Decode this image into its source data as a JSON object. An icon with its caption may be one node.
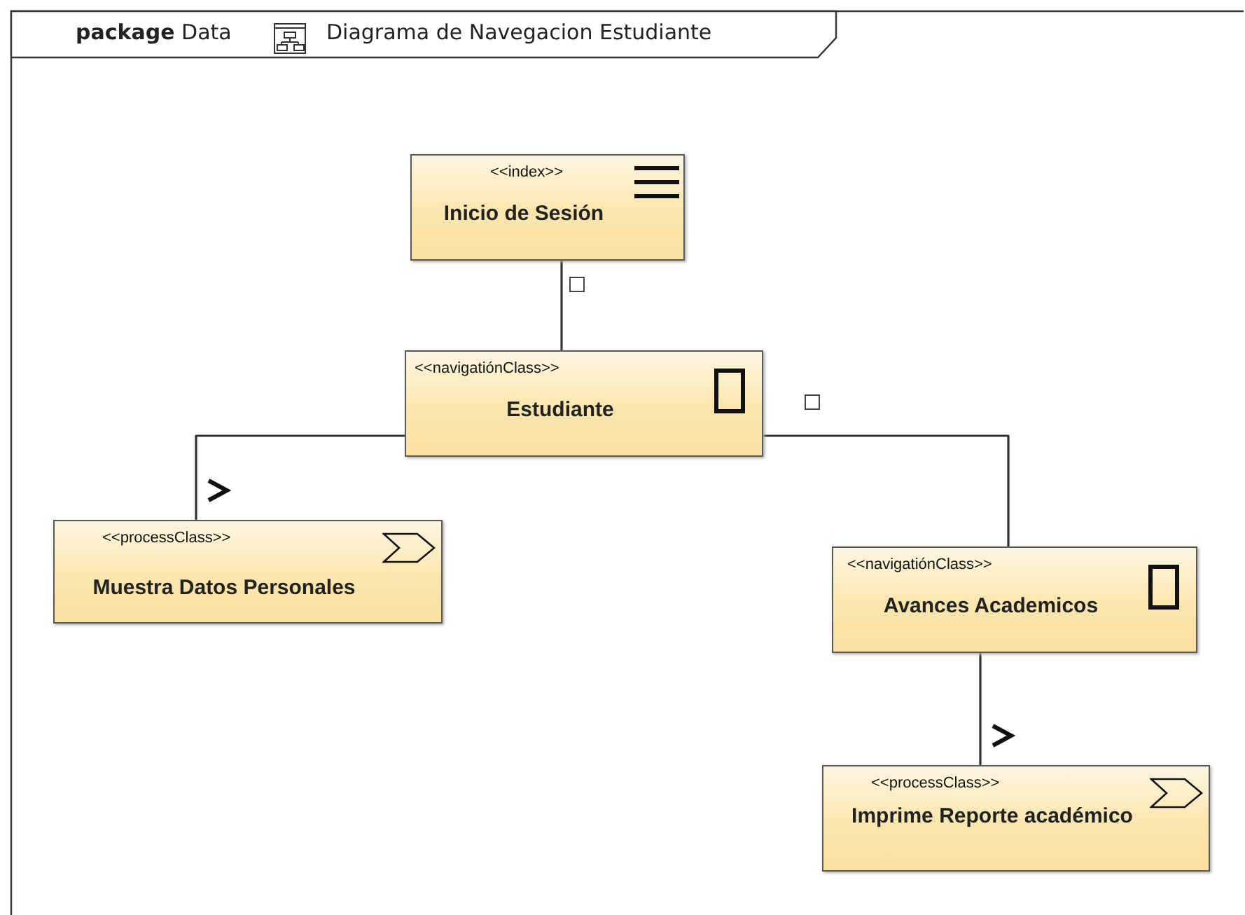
{
  "diagram": {
    "title": "**package** Data",
    "nodes": [
      {
        "text": [
          "<<index>>",
          "Inicio de Sesión"
        ]
      },
      {
        "text": [
          "<<navigatiónClass>>",
          "Estudiante"
        ]
      },
      {
        "text": [
          "<<processClass>>",
          "Muestra Datos Personales"
        ]
      },
      {
        "text": [
          "<<navigatiónClass>>",
          "Avances Academicos"
        ]
      },
      {
        "text": [
          "<<processClass>>",
          "Imprime Reporte académico"
        ]
      }
    ],
    "edges": [
      {
        "from": 0,
        "to": 1,
        "arrow": "none"
      },
      {
        "from": 1,
        "to": 2,
        "arrow": "to"
      },
      {
        "from": 1,
        "to": 3,
        "arrow": "none"
      },
      {
        "from": 3,
        "to": 4,
        "arrow": "to"
      }
    ],
    "labels": [
      "Diagrama de Navegacion Estudiante"
    ]
  }
}
